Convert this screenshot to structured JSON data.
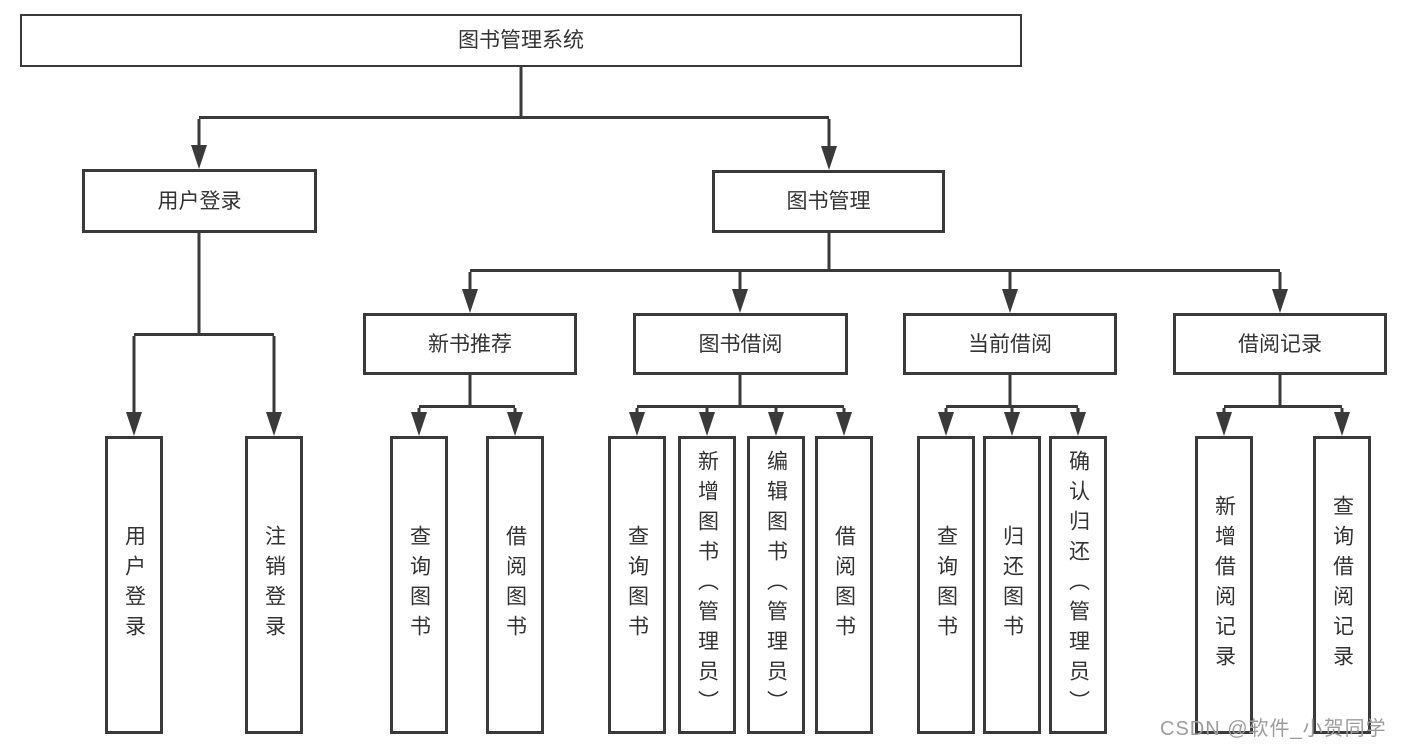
{
  "title": "图书管理系统",
  "level2": {
    "login": "用户登录",
    "books": "图书管理"
  },
  "level3": {
    "recommend": "新书推荐",
    "borrow": "图书借阅",
    "current": "当前借阅",
    "records": "借阅记录"
  },
  "leaves": {
    "login": [
      "用户登录",
      "注销登录"
    ],
    "recommend": [
      "查询图书",
      "借阅图书"
    ],
    "borrow": [
      "查询图书",
      "新增图书（管理员）",
      "编辑图书（管理员）",
      "借阅图书"
    ],
    "current": [
      "查询图书",
      "归还图书",
      "确认归还（管理员）"
    ],
    "records": [
      "新增借阅记录",
      "查询借阅记录"
    ]
  },
  "watermark": "CSDN @软件_小贺同学",
  "colors": {
    "line": "#3a3a3a",
    "text": "#333333",
    "watermark": "#9c9c9c",
    "background": "#ffffff"
  }
}
